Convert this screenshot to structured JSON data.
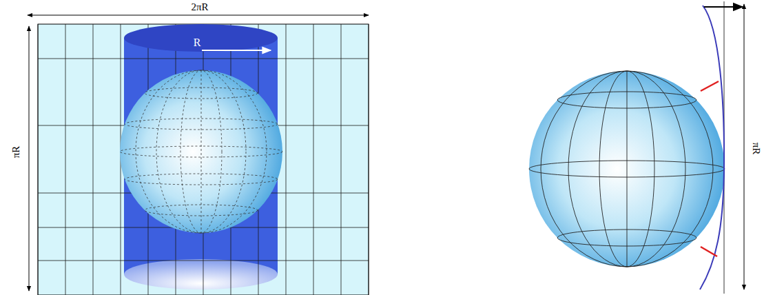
{
  "diagram": {
    "labels": [
      "2πR",
      "πR",
      "R",
      "πR"
    ]
  }
}
